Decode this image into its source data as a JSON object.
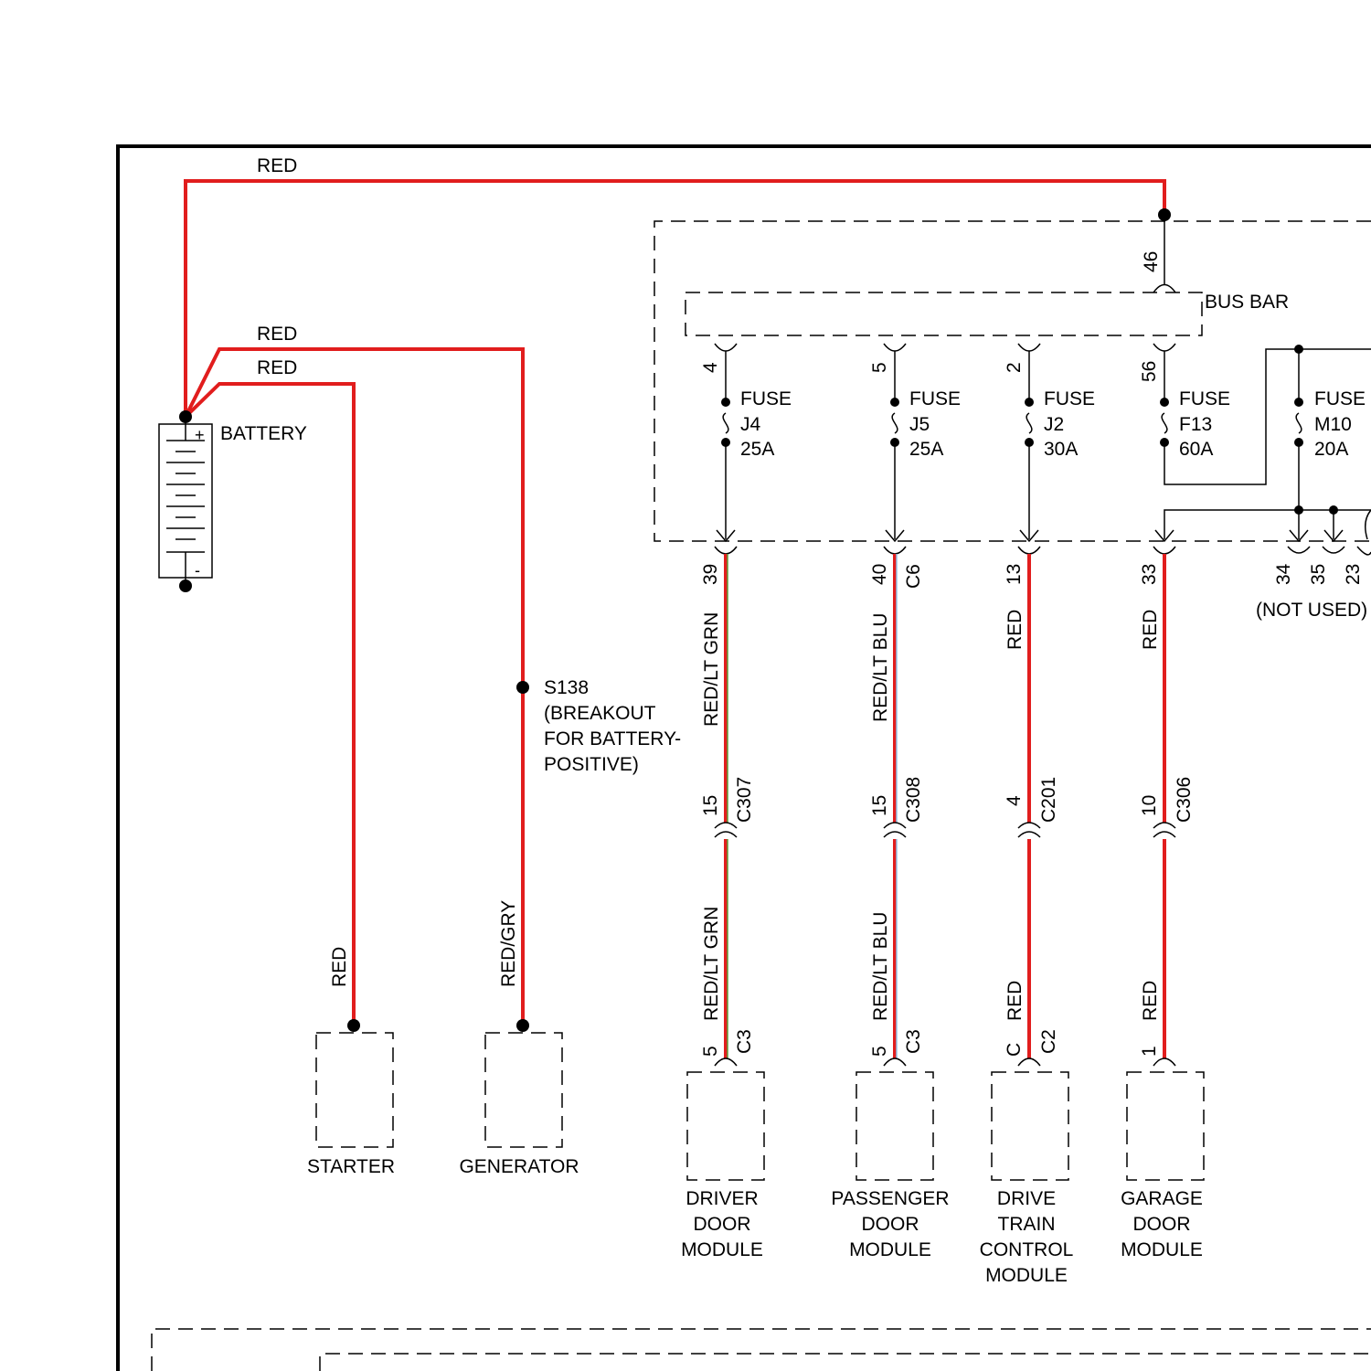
{
  "colors": {
    "red_wire": "#e11d1d",
    "lt_grn": "#5a9e3a",
    "lt_blu": "#8fc4e6",
    "black": "#000000"
  },
  "wires": {
    "top_red": "RED",
    "mid_red": "RED",
    "low_red": "RED",
    "starter_wire": "RED",
    "generator_wire": "RED/GRY",
    "driver_upper": "RED/LT GRN",
    "driver_lower": "RED/LT GRN",
    "passenger_upper": "RED/LT BLU",
    "passenger_lower": "RED/LT BLU",
    "dtcm_upper": "RED",
    "dtcm_lower": "RED",
    "garage_upper": "RED",
    "garage_lower": "RED"
  },
  "battery": {
    "label": "BATTERY",
    "plus": "+",
    "minus": "-"
  },
  "splice": {
    "id": "S138",
    "desc_1": "(BREAKOUT",
    "desc_2": "FOR BATTERY-",
    "desc_3": "POSITIVE)"
  },
  "bus_bar": {
    "label": "BUS BAR",
    "input_pin": "46"
  },
  "fuses": [
    {
      "word": "FUSE",
      "id": "J4",
      "rating": "25A",
      "pin": "4"
    },
    {
      "word": "FUSE",
      "id": "J5",
      "rating": "25A",
      "pin": "5"
    },
    {
      "word": "FUSE",
      "id": "J2",
      "rating": "30A",
      "pin": "2"
    },
    {
      "word": "FUSE",
      "id": "F13",
      "rating": "60A",
      "pin": "56"
    },
    {
      "word": "FUSE",
      "id": "M10",
      "rating": "20A"
    }
  ],
  "outputs": {
    "driver": {
      "pin": "39"
    },
    "passenger": {
      "pin": "40",
      "connector": "C6"
    },
    "dtcm": {
      "pin": "13"
    },
    "garage": {
      "pin": "33"
    },
    "unused": {
      "pins": [
        "34",
        "35",
        "23"
      ],
      "note": "(NOT USED)"
    }
  },
  "inline_connectors": {
    "driver": {
      "pin": "15",
      "id": "C307"
    },
    "passenger": {
      "pin": "15",
      "id": "C308"
    },
    "dtcm": {
      "pin": "4",
      "id": "C201"
    },
    "garage": {
      "pin": "10",
      "id": "C306"
    }
  },
  "module_connectors": {
    "driver": {
      "pin": "5",
      "id": "C3"
    },
    "passenger": {
      "pin": "5",
      "id": "C3"
    },
    "dtcm": {
      "pin": "C",
      "id": "C2"
    },
    "garage": {
      "pin": "1"
    }
  },
  "components": {
    "starter": "STARTER",
    "generator": "GENERATOR",
    "driver": [
      "DRIVER",
      "DOOR",
      "MODULE"
    ],
    "passenger": [
      "PASSENGER",
      "DOOR",
      "MODULE"
    ],
    "dtcm": [
      "DRIVE",
      "TRAIN",
      "CONTROL",
      "MODULE"
    ],
    "garage": [
      "GARAGE",
      "DOOR",
      "MODULE"
    ]
  }
}
